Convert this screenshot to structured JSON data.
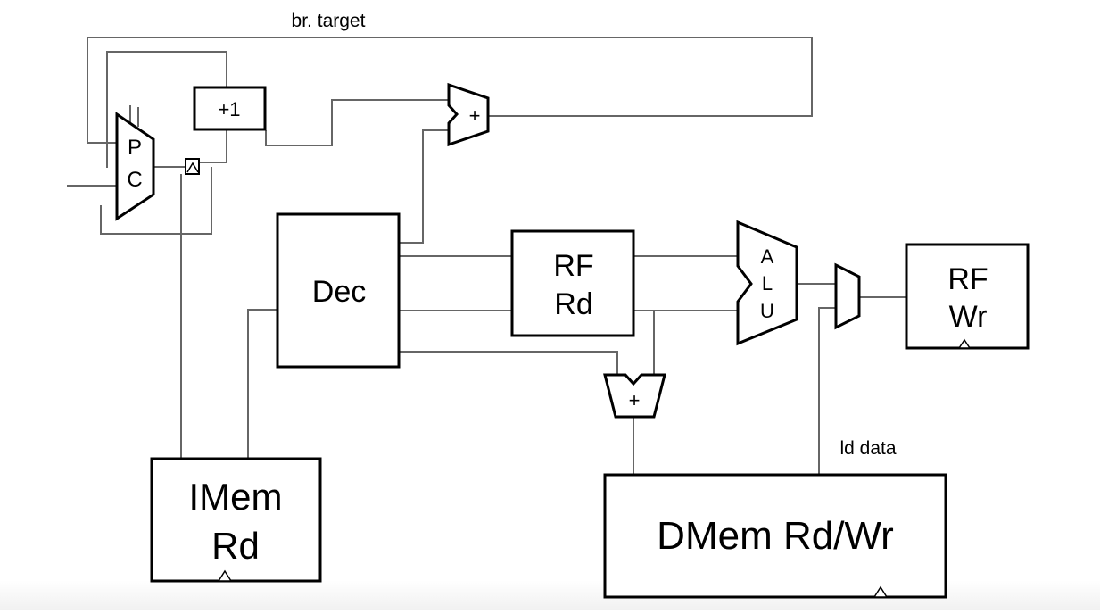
{
  "diagram": {
    "labels": {
      "br_target": "br. target",
      "pc_top": "P",
      "pc_bottom": "C",
      "inc": "+1",
      "branch_add": "+",
      "dec": "Dec",
      "rf_rd_line1": "RF",
      "rf_rd_line2": "Rd",
      "alu_a": "A",
      "alu_l": "L",
      "alu_u": "U",
      "rf_wr_line1": "RF",
      "rf_wr_line2": "Wr",
      "addr_add": "+",
      "ld_data": "ld data",
      "imem_line1": "IMem",
      "imem_line2": "Rd",
      "dmem": "DMem Rd/Wr"
    }
  }
}
